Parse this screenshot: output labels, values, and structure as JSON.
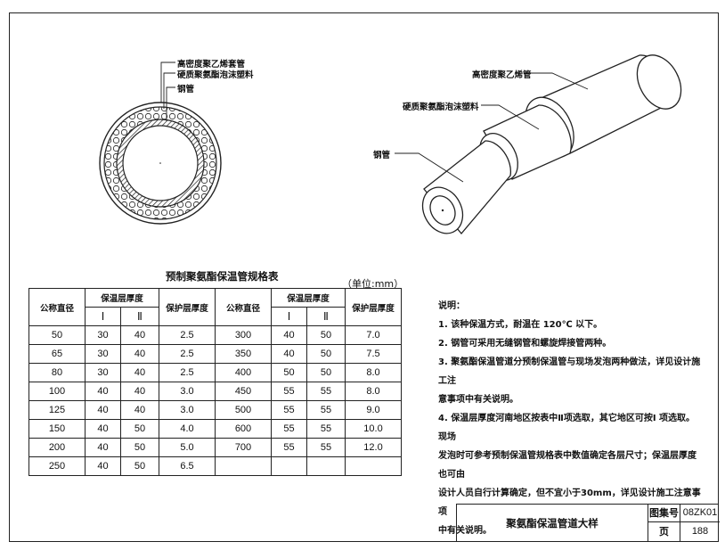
{
  "labels": {
    "pe_sleeve": "高密度聚乙烯套管",
    "pu_foam": "硬质聚氨酯泡沫塑料",
    "steel_pipe": "钢管",
    "pe_pipe_3d": "高密度聚乙烯管",
    "pu_foam_3d": "硬质聚氨酯泡沫塑料",
    "steel_pipe_3d": "钢管"
  },
  "table": {
    "title": "预制聚氨酯保温管规格表",
    "unit": "（单位:mm）",
    "headers": {
      "nominal_diameter": "公称直径",
      "insulation_thickness": "保温层厚度",
      "protective_thickness": "保护层厚度",
      "col_i": "Ⅰ",
      "col_ii": "Ⅱ"
    },
    "left_rows": [
      [
        "50",
        "30",
        "40",
        "2.5"
      ],
      [
        "65",
        "30",
        "40",
        "2.5"
      ],
      [
        "80",
        "30",
        "40",
        "2.5"
      ],
      [
        "100",
        "40",
        "40",
        "3.0"
      ],
      [
        "125",
        "40",
        "40",
        "3.0"
      ],
      [
        "150",
        "40",
        "50",
        "4.0"
      ],
      [
        "200",
        "40",
        "50",
        "5.0"
      ],
      [
        "250",
        "40",
        "50",
        "6.5"
      ]
    ],
    "right_rows": [
      [
        "300",
        "40",
        "50",
        "7.0"
      ],
      [
        "350",
        "40",
        "50",
        "7.5"
      ],
      [
        "400",
        "50",
        "50",
        "8.0"
      ],
      [
        "450",
        "55",
        "55",
        "8.0"
      ],
      [
        "500",
        "55",
        "55",
        "9.0"
      ],
      [
        "600",
        "55",
        "55",
        "10.0"
      ],
      [
        "700",
        "55",
        "55",
        "12.0"
      ],
      [
        "",
        "",
        "",
        ""
      ]
    ]
  },
  "notes": {
    "heading": "说明：",
    "lines": [
      "1.  该种保温方式，耐温在 120℃ 以下。",
      "2.  钢管可采用无缝钢管和螺旋焊接管两种。",
      "3.  聚氨酯保温管道分预制保温管与现场发泡两种做法，详见设计施工注",
      "意事项中有关说明。",
      "4.  保温层厚度河南地区按表中Ⅱ项选取，其它地区可按Ⅰ 项选取。现场",
      "发泡时可参考预制保温管规格表中数值确定各层尺寸；保温层厚度也可由",
      "设计人员自行计算确定，但不宜小于30mm，详见设计施工注意事项",
      "中有关说明。"
    ]
  },
  "title_block": {
    "drawing_title": "聚氨酯保温管道大样",
    "atlas_label": "图集号",
    "atlas_no": "08ZK01",
    "page_label": "页",
    "page_no": "188"
  }
}
